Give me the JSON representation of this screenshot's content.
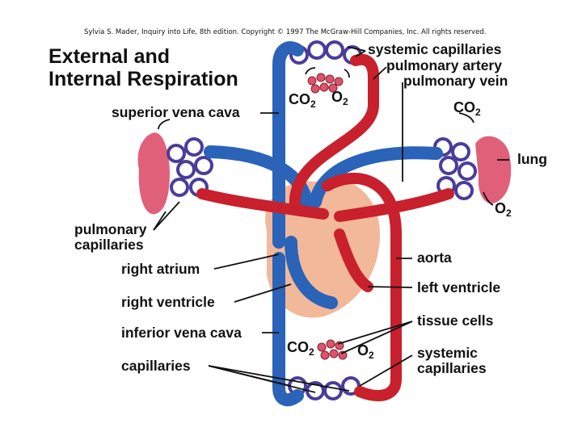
{
  "copyright": "Sylvia S. Mader, Inquiry into Life, 8th edition. Copyright © 1997 The McGraw-Hill Companies, Inc. All rights reserved.",
  "title": {
    "line1": "External and",
    "line2": "Internal Respiration"
  },
  "labels": {
    "systemic_capillaries_top": "systemic capillaries",
    "pulmonary_artery": "pulmonary artery",
    "pulmonary_vein": "pulmonary vein",
    "superior_vena_cava": "superior vena cava",
    "lung": "lung",
    "pulmonary_capillaries_1": "pulmonary",
    "pulmonary_capillaries_2": "capillaries",
    "right_atrium": "right atrium",
    "right_ventricle": "right ventricle",
    "inferior_vena_cava": "inferior vena cava",
    "capillaries": "capillaries",
    "aorta": "aorta",
    "left_ventricle": "left ventricle",
    "tissue_cells": "tissue cells",
    "systemic_capillaries_bottom_1": "systemic",
    "systemic_capillaries_bottom_2": "capillaries"
  },
  "gases": {
    "co2_base": "CO",
    "co2_sub": "2",
    "o2_base": "O",
    "o2_sub": "2"
  },
  "colors": {
    "oxygenated": "#c8202c",
    "deoxygenated": "#2a63b8",
    "capillary_mix": "#4a3d9a",
    "lung_tissue": "#e0607a",
    "heart_tissue": "#f2b89a"
  }
}
